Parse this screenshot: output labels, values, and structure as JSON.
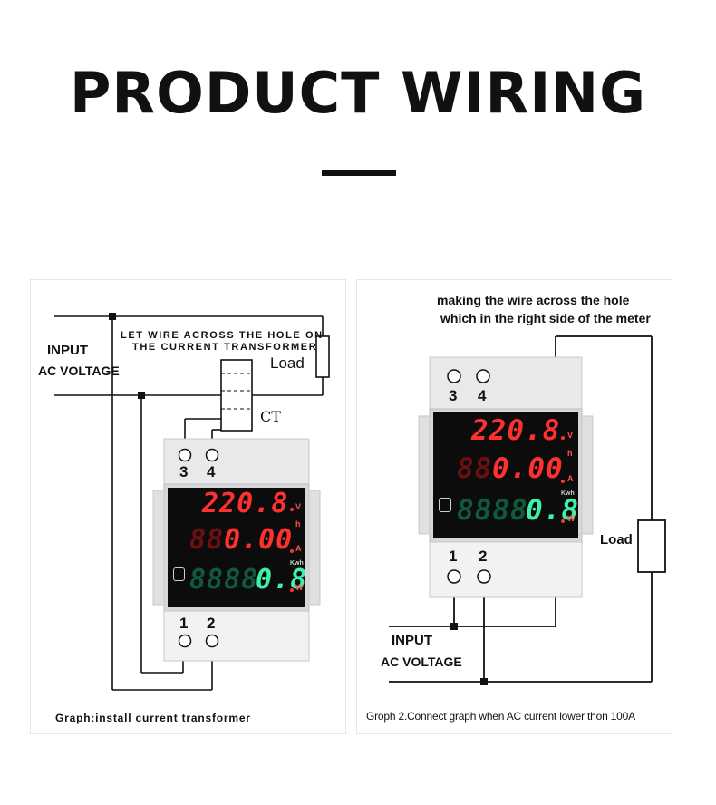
{
  "page": {
    "title": "PRODUCT WIRING"
  },
  "left_diagram": {
    "input_label": "INPUT",
    "voltage_label": "AC VOLTAGE",
    "instruction_line1": "LET WIRE ACROSS THE HOLE ON",
    "instruction_line2": "THE CURRENT TRANSFORMER",
    "load_label": "Load",
    "ct_label": "CT",
    "terminal_3": "3",
    "terminal_4": "4",
    "terminal_1": "1",
    "terminal_2": "2",
    "caption": "Graph:install current transformer"
  },
  "right_diagram": {
    "instruction_line1": "making the wire across the hole",
    "instruction_line2": "which in the right side of the meter",
    "load_label": "Load",
    "input_label": "INPUT",
    "voltage_label": "AC VOLTAGE",
    "terminal_3": "3",
    "terminal_4": "4",
    "terminal_1": "1",
    "terminal_2": "2",
    "caption": "Groph 2.Connect graph when AC current lower thon 100A"
  },
  "meter": {
    "voltage_reading": "220.8",
    "current_dim": "88",
    "current_reading": "0.00",
    "energy_dim": "8888",
    "energy_reading": "0.8",
    "unit_v": "V",
    "unit_h": "h",
    "unit_a": "A",
    "unit_kw": "Kwh",
    "unit_w": "W"
  },
  "colors": {
    "line": "#111111",
    "display_red": "#ff3030",
    "display_green": "#3ef0a8",
    "meter_body": "#e8e8e8"
  }
}
